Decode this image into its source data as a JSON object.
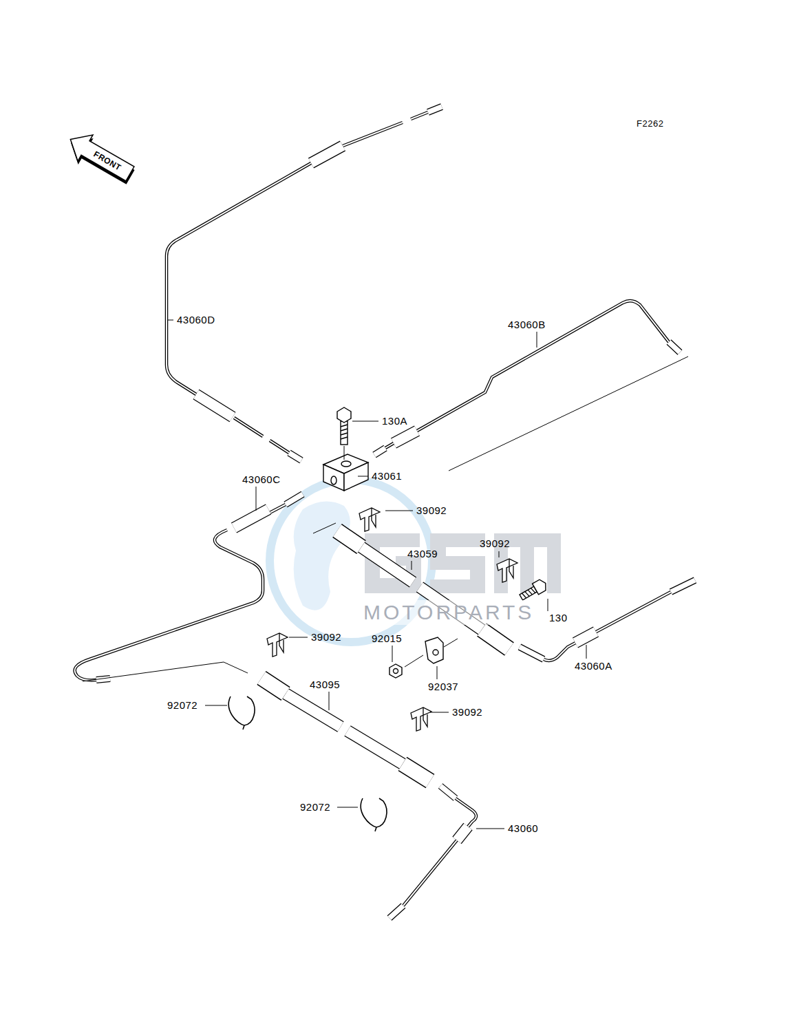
{
  "diagram": {
    "labels": [
      "F2262",
      "FRONT",
      "43060D",
      "43060B",
      "130A",
      "43061",
      "43060C",
      "39092",
      "43059",
      "39092",
      "130",
      "39092",
      "92015",
      "92037",
      "43060A",
      "43095",
      "92072",
      "39092",
      "92072",
      "43060",
      "MOTORPARTS"
    ]
  }
}
